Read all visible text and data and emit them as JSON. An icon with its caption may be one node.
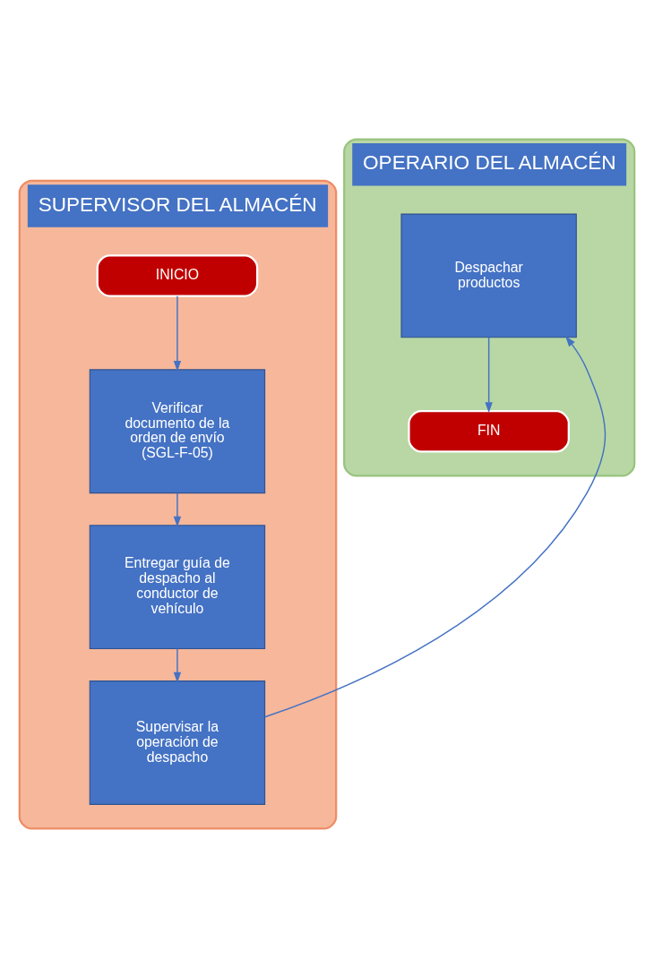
{
  "diagram": {
    "nodes": [
      {
        "text": [
          "SUPERVISOR DEL ALMACÉN"
        ]
      },
      {
        "text": [
          "INICIO"
        ],
        "in": 0
      },
      {
        "text": [
          "Verificar documento de la orden de envío (SGL-F-05)"
        ],
        "in": 0
      },
      {
        "text": [
          "Entregar guía de despacho al conductor de vehículo"
        ],
        "in": 0
      },
      {
        "text": [
          "Supervisar la operación de despacho"
        ],
        "in": 0
      },
      {
        "text": [
          "OPERARIO DEL ALMACÉN"
        ]
      },
      {
        "text": [
          "Despachar productos"
        ],
        "in": 5
      },
      {
        "text": [
          "FIN"
        ],
        "in": 5
      }
    ],
    "edges": [
      {
        "from": 1,
        "to": 2,
        "arrow": "to"
      },
      {
        "from": 2,
        "to": 3,
        "arrow": "to"
      },
      {
        "from": 3,
        "to": 4,
        "arrow": "to"
      },
      {
        "from": 4,
        "to": 6,
        "arrow": "to"
      },
      {
        "from": 6,
        "to": 7,
        "arrow": "to"
      }
    ]
  }
}
